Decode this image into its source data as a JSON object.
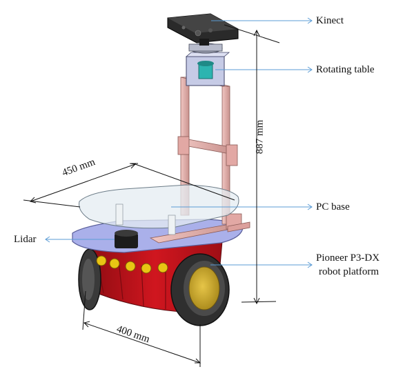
{
  "labels": {
    "kinect": "Kinect",
    "rotating_table": "Rotating table",
    "pc_base": "PC base",
    "lidar": "Lidar",
    "platform_line1": "Pioneer P3-DX",
    "platform_line2": "robot platform"
  },
  "dimensions": {
    "height": "887 mm",
    "depth": "450 mm",
    "width": "400 mm"
  },
  "colors": {
    "callout_line": "#5a9bd5",
    "body_red": "#c8141c",
    "deck_purple": "#a9aee8",
    "mast_pink": "#e8b4b0",
    "tire": "#333333",
    "hub_yellow": "#d8b52a",
    "glass": "#dde8f0",
    "kinect": "#2a2a2a",
    "rotator_box": "#c8cde8",
    "rotator_teal": "#2fb7b3"
  }
}
